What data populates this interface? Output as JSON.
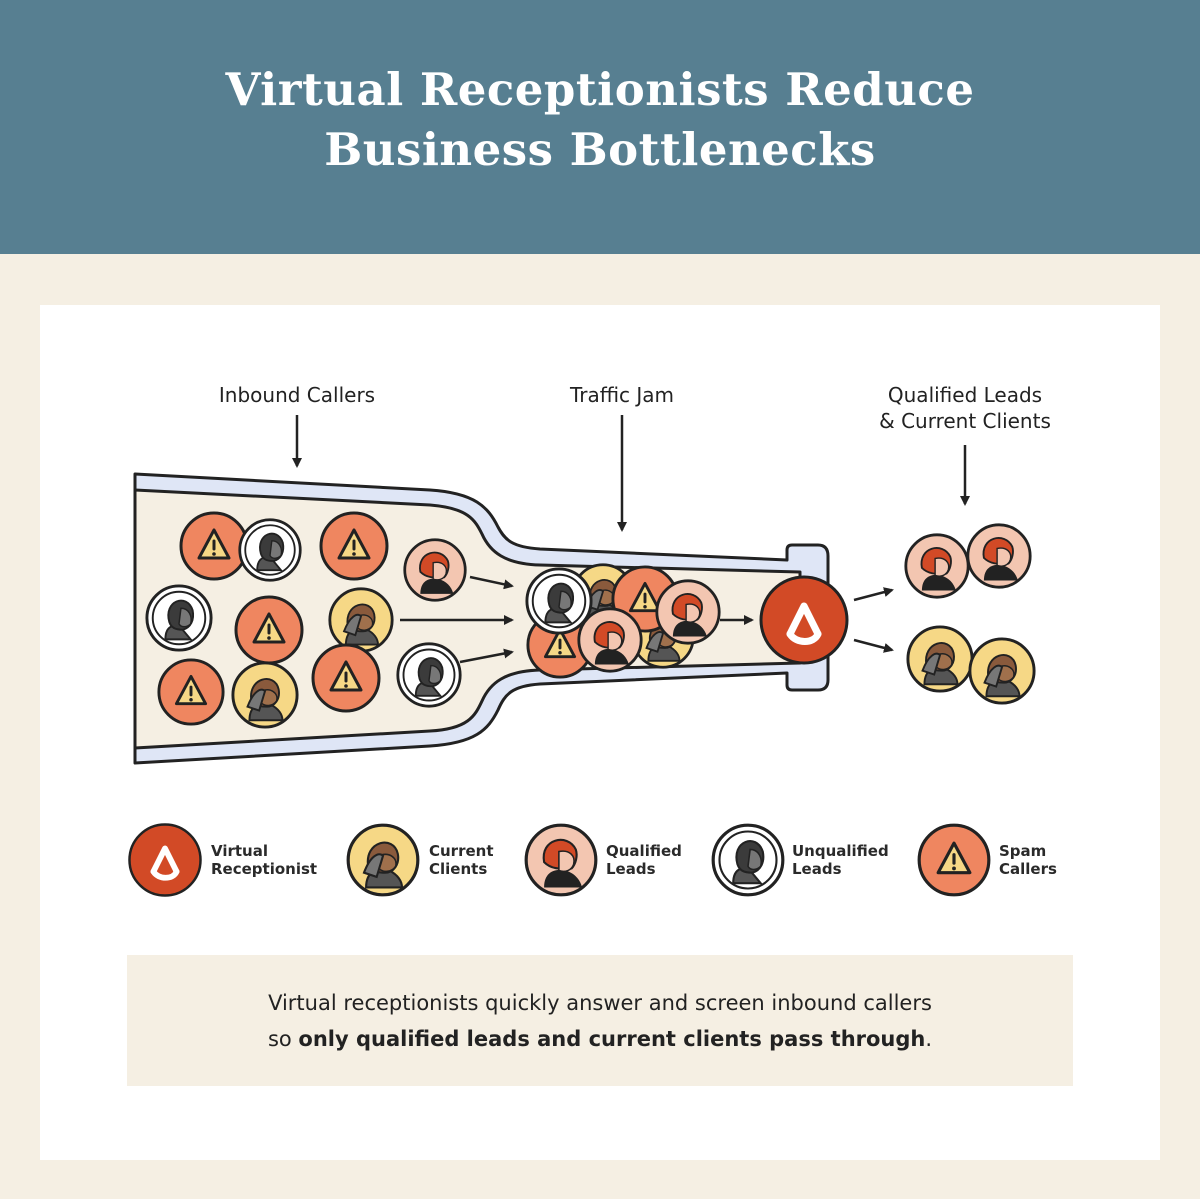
{
  "title": {
    "line1": "Virtual Receptionists Reduce",
    "line2": "Business Bottlenecks"
  },
  "labels": {
    "inbound": "Inbound Callers",
    "traffic": "Traffic Jam",
    "qualified_line1": "Qualified Leads",
    "qualified_line2": "& Current Clients"
  },
  "legend": [
    {
      "icon": "virtual-receptionist-icon",
      "line1": "Virtual",
      "line2": "Receptionist"
    },
    {
      "icon": "current-client-icon",
      "line1": "Current",
      "line2": "Clients"
    },
    {
      "icon": "qualified-lead-icon",
      "line1": "Qualified",
      "line2": "Leads"
    },
    {
      "icon": "unqualified-lead-icon",
      "line1": "Unqualified",
      "line2": "Leads"
    },
    {
      "icon": "spam-caller-icon",
      "line1": "Spam",
      "line2": "Callers"
    }
  ],
  "caption": {
    "line1": "Virtual receptionists quickly answer and screen inbound callers",
    "line2_prefix": "so ",
    "line2_bold": "only qualified leads and current clients pass through",
    "line2_suffix": "."
  },
  "colors": {
    "header": "#577f91",
    "background": "#f5efe3",
    "spam": "#ef8660",
    "client": "#f6d886",
    "lead": "#f3c6b1",
    "unqualified": "#ffffff",
    "receptionist": "#d24a26",
    "pipe": "#dfe6f6"
  }
}
